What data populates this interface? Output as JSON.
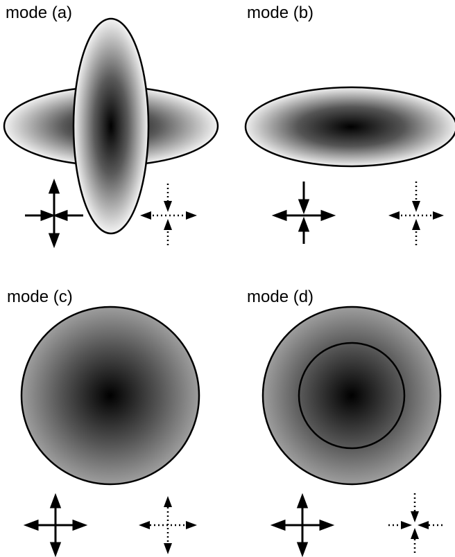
{
  "panels": {
    "a": {
      "label": "mode (a)"
    },
    "b": {
      "label": "mode (b)"
    },
    "c": {
      "label": "mode (c)"
    },
    "d": {
      "label": "mode (d)"
    }
  },
  "colors": {
    "ink": "#000000",
    "shade_center": "#000000",
    "shade_edge": "#f4f4f4",
    "background": "#ffffff"
  }
}
